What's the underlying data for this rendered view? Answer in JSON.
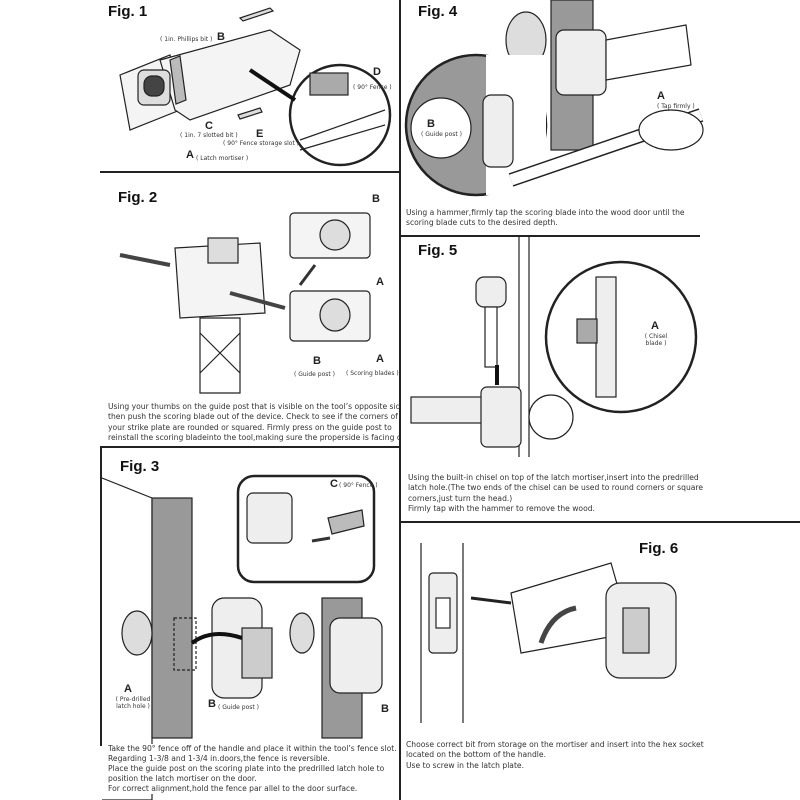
{
  "fig1": {
    "title": "Fig. 1",
    "labels": {
      "A": "A",
      "A_desc": "( Latch mortiser )",
      "B": "B",
      "B_desc": "( 1in. Phillips bit )",
      "C": "C",
      "C_desc": "( 1in. 7 slotted bit )",
      "D": "D",
      "D_desc": "( 90° Fence )",
      "E": "E",
      "E_desc": "( 90° Fence storage slot )"
    }
  },
  "fig2": {
    "title": "Fig. 2",
    "labels": {
      "A": "A",
      "B": "B",
      "A2": "A",
      "A_desc": "( Scoring blades )",
      "B2": "B",
      "B_desc": "( Guide post )"
    },
    "caption": [
      "Using your thumbs on the guide post that is visible on the tool’s opposite side,",
      "then push the scoring blade out of the device. Check to see if the corners of",
      "your strike plate are rounded or squared. Firmly press on the guide post to",
      "reinstall the scoring bladeinto the tool,making sure the properside is facing out."
    ]
  },
  "fig3": {
    "title": "Fig. 3",
    "labels": {
      "C": "C",
      "C_desc": "( 90° Fence )",
      "A": "A",
      "A_desc": "( Pre-drilled latch hole )",
      "B": "B",
      "B_desc": "( Guide post )",
      "B2": "B"
    },
    "caption": [
      "Take the 90° fence off of the handle and place it within the tool’s fence slot.",
      "Regarding 1-3/8 and 1-3/4 in.doors,the fence is reversible.",
      "Place the guide post on the scoring plate into the predrilled latch hole to",
      "position the latch mortiser on the door.",
      "For correct alignment,hold the fence par allel to the door surface."
    ]
  },
  "fig4": {
    "title": "Fig. 4",
    "labels": {
      "A": "A",
      "A_desc": "( Tap firmly )",
      "B": "B",
      "B_desc": "( Guide post )"
    },
    "caption": [
      "Using a hammer,firmly tap the scoring blade into the wood door until the",
      "scoring blade cuts to the desired depth."
    ]
  },
  "fig5": {
    "title": "Fig. 5",
    "labels": {
      "A": "A",
      "A_desc": "( Chisel blade )"
    },
    "caption": [
      "Using the built-in chisel on top of the latch mortiser,insert into the predrilled",
      "latch hole.(The two ends of  the chisel can be used to round corners or square",
      "corners,just turn the head.)",
      "Firmly tap with the hammer to remove the wood."
    ]
  },
  "fig6": {
    "title": "Fig. 6",
    "caption": [
      "Choose correct bit from storage on the mortiser and insert into the hex socket",
      "located on the bottom of the handle.",
      "Use to screw in the latch plate."
    ]
  }
}
